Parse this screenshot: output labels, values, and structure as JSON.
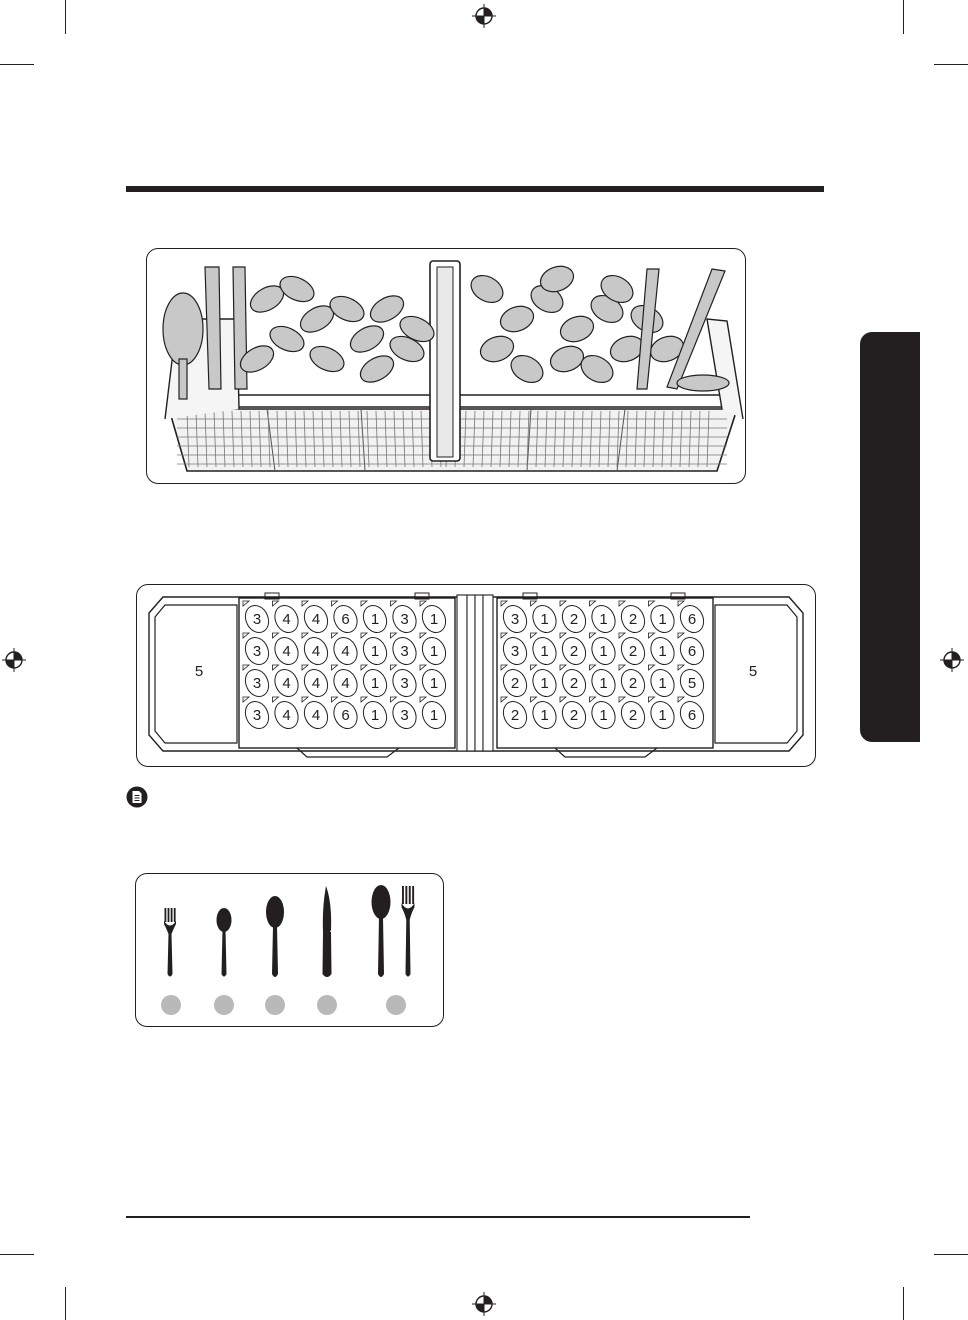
{
  "page": {
    "icons": {
      "registration": "crosshair-registration-mark",
      "note": "note-icon"
    }
  },
  "slot_plan": {
    "left_end_label": "5",
    "right_end_label": "5",
    "left_grid": [
      [
        "3",
        "4",
        "4",
        "6",
        "1",
        "3",
        "1"
      ],
      [
        "3",
        "4",
        "4",
        "4",
        "1",
        "3",
        "1"
      ],
      [
        "3",
        "4",
        "4",
        "4",
        "1",
        "3",
        "1"
      ],
      [
        "3",
        "4",
        "4",
        "6",
        "1",
        "3",
        "1"
      ]
    ],
    "right_grid": [
      [
        "3",
        "1",
        "2",
        "1",
        "2",
        "1",
        "6"
      ],
      [
        "3",
        "1",
        "2",
        "1",
        "2",
        "1",
        "6"
      ],
      [
        "2",
        "1",
        "2",
        "1",
        "2",
        "1",
        "5"
      ],
      [
        "2",
        "1",
        "2",
        "1",
        "2",
        "1",
        "6"
      ]
    ]
  },
  "legend": {
    "items": [
      {
        "icon": "fork-icon"
      },
      {
        "icon": "teaspoon-icon"
      },
      {
        "icon": "tablespoon-icon"
      },
      {
        "icon": "knife-icon"
      },
      {
        "icon": "serving-spoon-and-fork-icon"
      }
    ]
  }
}
